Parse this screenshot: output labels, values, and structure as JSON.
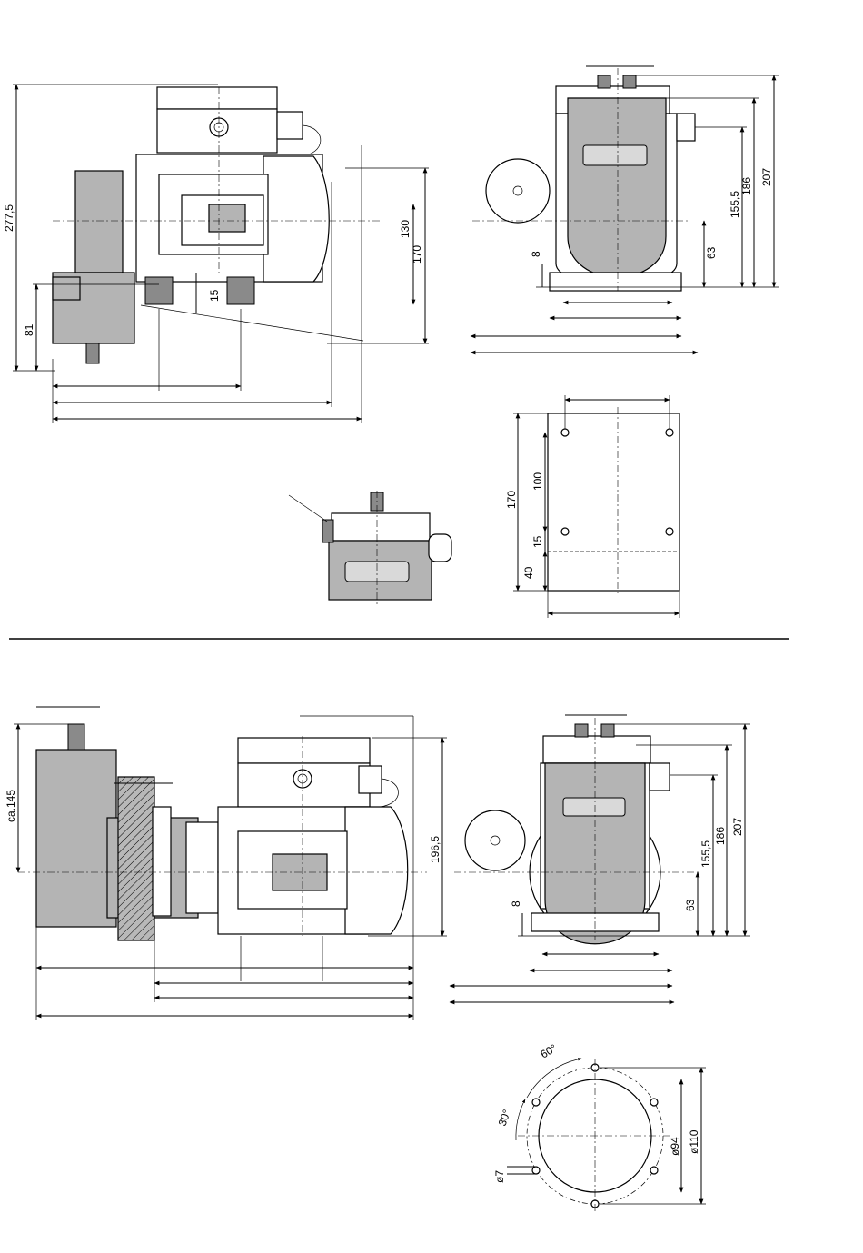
{
  "labels": {
    "top_left": {
      "d277_5": "277,5",
      "d81": "81",
      "d15": "15",
      "d130": "130",
      "d170": "170"
    },
    "top_right": {
      "d8": "8",
      "d63": "63",
      "d155_5": "155,5",
      "d186": "186",
      "d207": "207"
    },
    "plate": {
      "d170": "170",
      "d100": "100",
      "d15": "15",
      "d40": "40"
    },
    "bottom_left": {
      "ca145": "ca.145",
      "d196_5": "196,5"
    },
    "bottom_right": {
      "d8": "8",
      "d63": "63",
      "d155_5": "155,5",
      "d186": "186",
      "d207": "207"
    },
    "flange": {
      "a60": "60°",
      "a30": "30°",
      "d7": "ø7",
      "d94": "ø94",
      "d110": "ø110"
    }
  },
  "colors": {
    "housing_grey": "#b4b4b4",
    "dark_grey": "#8a8a8a",
    "light_grey": "#d9d9d9"
  }
}
